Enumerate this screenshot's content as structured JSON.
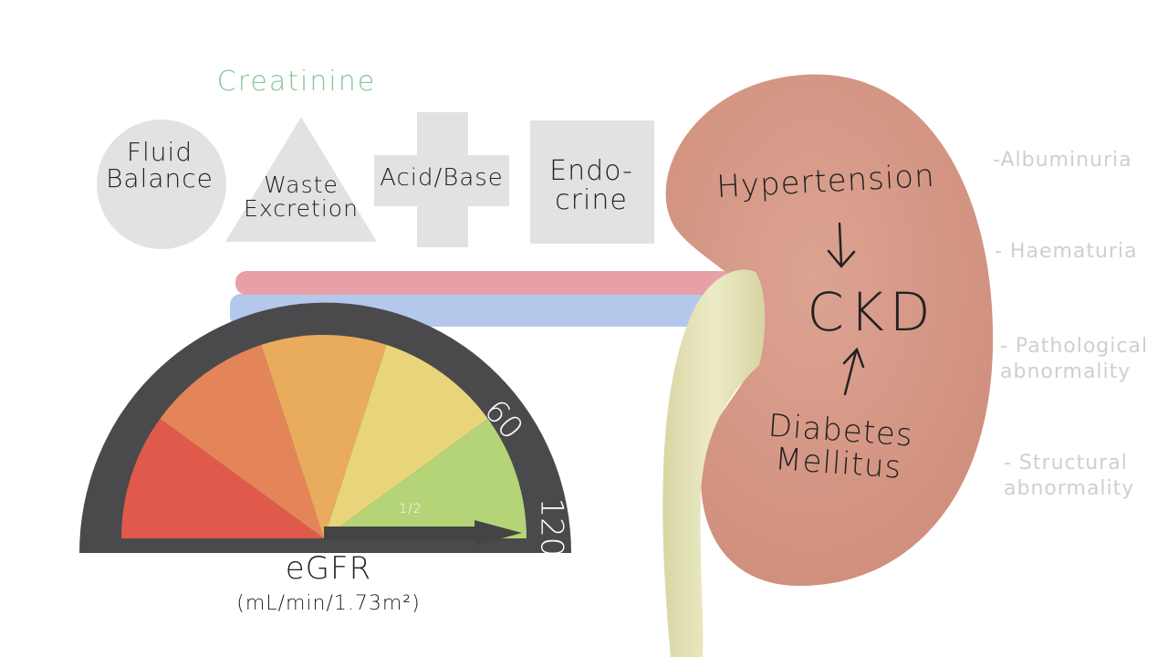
{
  "header": {
    "creatinine": "Creatinine"
  },
  "functions": {
    "fluid": "Fluid\nBalance",
    "waste": "Waste\nExcretion",
    "acid": "Acid/Base",
    "endocrine": "Endo-\ncrine"
  },
  "kidney": {
    "cause_top": "Hypertension",
    "center": "CKD",
    "cause_bottom": "Diabetes\nMellitus",
    "color": "#d89a88"
  },
  "markers": [
    "-Albuminuria",
    "- Haematuria",
    "- Pathological\nabnormality",
    "- Structural\nabnormality"
  ],
  "gauge": {
    "label": "eGFR",
    "unit": "(mL/min/1.73m²)",
    "tick_low": "60",
    "tick_high": "120",
    "needle_label": "1/2",
    "segment_colors": [
      "#e05a4c",
      "#e38558",
      "#e9ac5c",
      "#e8d57a",
      "#b5d478"
    ]
  },
  "colors": {
    "artery": "#e8a0a8",
    "vein": "#b4c8ec",
    "ureter": "#e6e4b4",
    "shape_fill": "#e2e2e4",
    "gauge_rim": "#4a4a4c"
  }
}
